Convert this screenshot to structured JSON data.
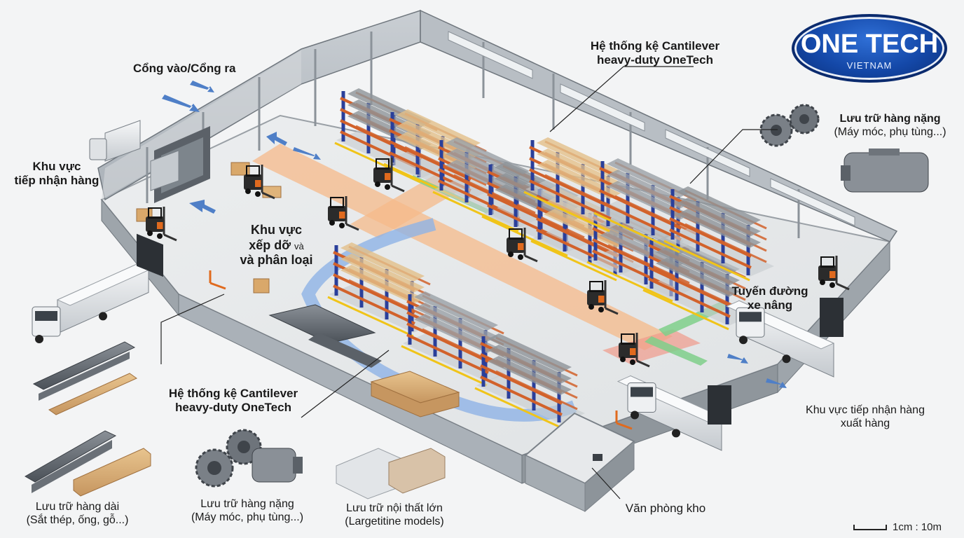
{
  "logo": {
    "name": "ONE TECH",
    "sub": "VIETNAM"
  },
  "labels": {
    "entry_gate": "Cổng vào/Cổng ra",
    "receiving_line1": "Khu vực",
    "receiving_line2": "tiếp nhận hàng",
    "cantilever_top_line1": "Hệ thống kệ Cantilever",
    "cantilever_top_line2": "heavy-duty OneTech",
    "heavy_top_line1": "Lưu trữ hàng nặng",
    "heavy_top_line2": "(Máy móc, phụ tùng...)",
    "sorting_line1": "Khu vực",
    "sorting_line2a": "xếp dỡ",
    "sorting_line2b": "và",
    "sorting_line3": "và phân loại",
    "forklift_route_line1": "Tuyến đường",
    "forklift_route_line2": "xe nâng",
    "cantilever_bottom_line1": "Hệ thống kệ Cantilever",
    "cantilever_bottom_line2": "heavy-duty OneTech",
    "shipping_line1": "Khu vực tiếp nhận hàng",
    "shipping_line2": "xuất hàng",
    "long_goods_line1": "Lưu trữ hàng dài",
    "long_goods_line2": "(Sắt thép, ống, gỗ...)",
    "heavy_bottom_line1": "Lưu trữ hàng nặng",
    "heavy_bottom_line2": "(Máy móc, phụ tùng...)",
    "furniture_line1": "Lưu trữ nội thất lớn",
    "furniture_line2": "(Largetitine models)",
    "office": "Văn phòng kho",
    "scale": "1cm : 10m"
  },
  "colors": {
    "rack_upright": "#2a3f9a",
    "rack_arm": "#d2622b",
    "route_orange": "#f5b98a",
    "route_blue": "#8fb3e6",
    "route_green": "#7fcf8a",
    "route_red": "#ef9a8a",
    "forklift": "#2b2b2b",
    "forklift_accent": "#e06a1e",
    "logo_blue": "#1448a8"
  },
  "icons": [
    "truck-icon",
    "forklift-icon",
    "gear-icon",
    "motor-icon",
    "steel-beam-icon",
    "timber-icon",
    "sofa-icon",
    "pallet-jack-icon",
    "door-icon"
  ]
}
